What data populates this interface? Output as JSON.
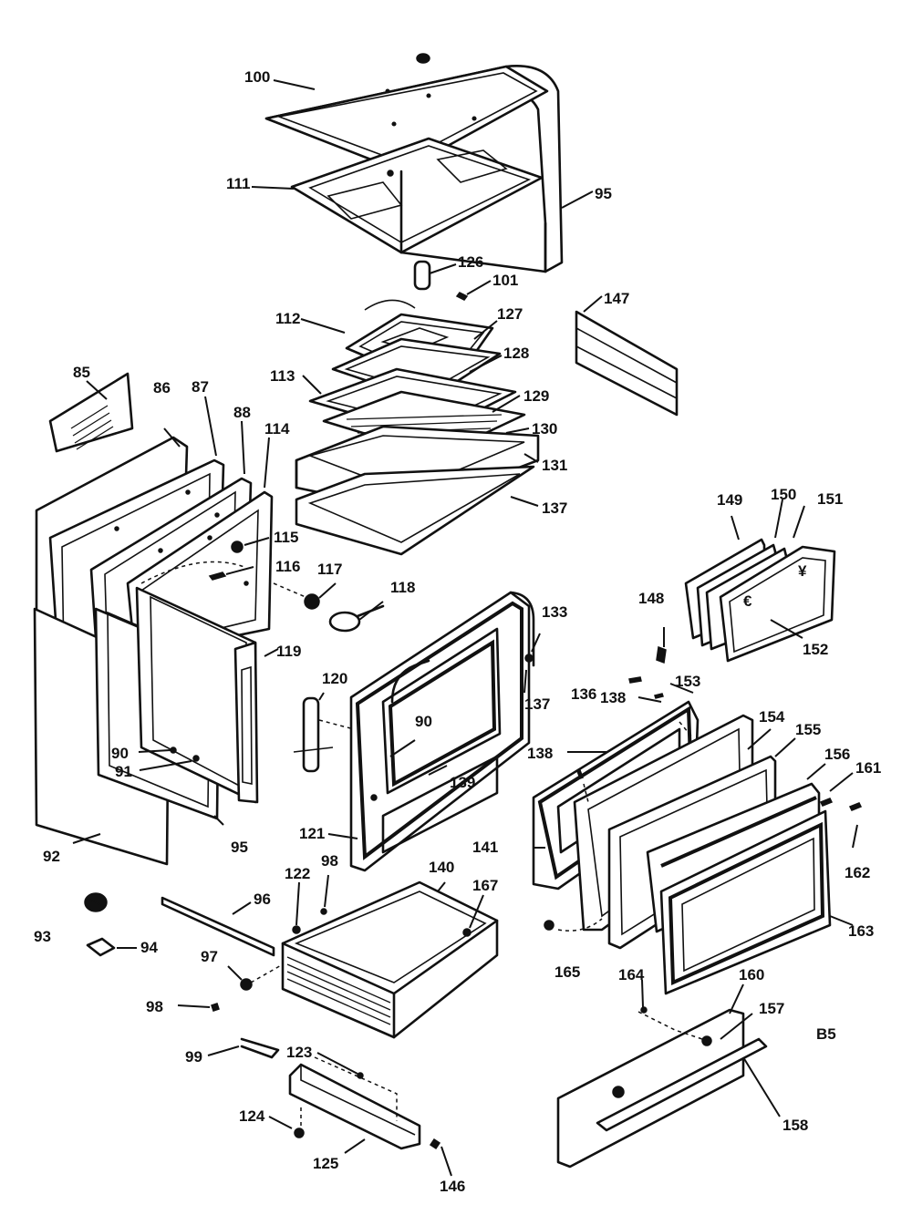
{
  "diagram": {
    "page_code": "B5",
    "labels": {
      "p85": "85",
      "p86": "86",
      "p87": "87",
      "p88": "88",
      "p90a": "90",
      "p90b": "90",
      "p91": "91",
      "p92": "92",
      "p93": "93",
      "p94": "94",
      "p95a": "95",
      "p95b": "95",
      "p96": "96",
      "p97": "97",
      "p98a": "98",
      "p98b": "98",
      "p99": "99",
      "p100": "100",
      "p101": "101",
      "p111": "111",
      "p112": "112",
      "p113": "113",
      "p114": "114",
      "p115": "115",
      "p116": "116",
      "p117": "117",
      "p118": "118",
      "p119": "119",
      "p120": "120",
      "p121": "121",
      "p122": "122",
      "p123": "123",
      "p124": "124",
      "p125": "125",
      "p126": "126",
      "p127": "127",
      "p128": "128",
      "p129": "129",
      "p130": "130",
      "p131": "131",
      "p133": "133",
      "p136": "136",
      "p137a": "137",
      "p137b": "137",
      "p138a": "138",
      "p138b": "138",
      "p139": "139",
      "p140": "140",
      "p141": "141",
      "p146": "146",
      "p147": "147",
      "p148": "148",
      "p149": "149",
      "p150": "150",
      "p151": "151",
      "p152": "152",
      "p153": "153",
      "p154": "154",
      "p155": "155",
      "p156": "156",
      "p157": "157",
      "p158": "158",
      "p160": "160",
      "p161": "161",
      "p162": "162",
      "p163": "163",
      "p164": "164",
      "p165": "165",
      "p167": "167"
    }
  }
}
